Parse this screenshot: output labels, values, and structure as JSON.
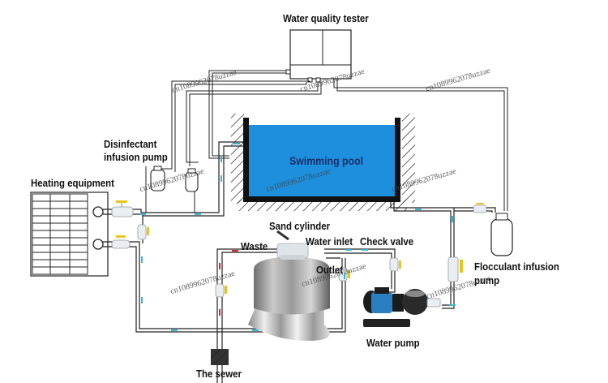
{
  "title": "Swimming pool water circulation and treatment system",
  "components": {
    "water_quality_tester": "Water quality tester",
    "swimming_pool": "Swimming pool",
    "disinfectant_pump": "Disinfectant\ninfusion pump",
    "disinfectant_line1": "Disinfectant",
    "disinfectant_line2": "infusion pump",
    "heating_equipment": "Heating equipment",
    "sand_cylinder": "Sand cylinder",
    "waste": "Waste",
    "water_inlet": "Water inlet",
    "check_valve": "Check valve",
    "outlet": "Outlet",
    "flocculant_line1": "Flocculant infusion",
    "flocculant_line2": "pump",
    "water_pump": "Water pump",
    "the_sewer": "The sewer"
  },
  "watermark": "cn1089962078uzzae",
  "colors": {
    "pool_water": "#1e8fdc",
    "pool_wall": "#111111",
    "pipe": "#222222",
    "flow_arrow_clean": "#35b8d8",
    "flow_arrow_waste": "#d42a2a",
    "valve_handle": "#e8c51c",
    "pump_body": "#2a7fc0"
  }
}
